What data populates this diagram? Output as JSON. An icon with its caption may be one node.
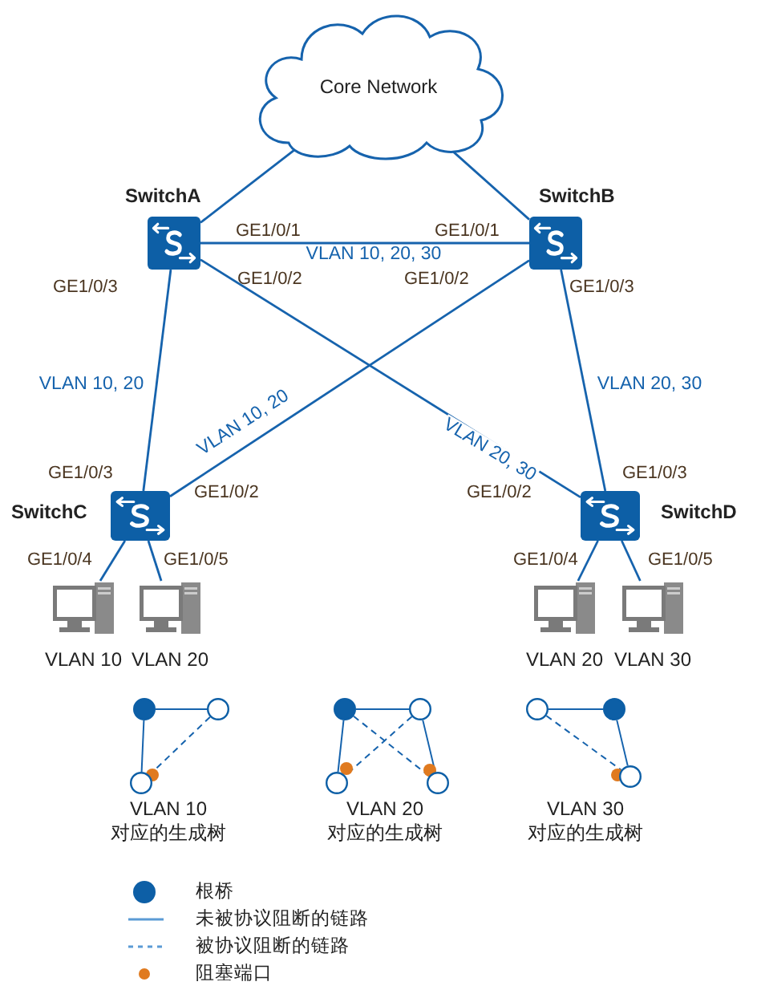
{
  "diagram": {
    "nodes": [
      {
        "text": [
          "Core Network"
        ]
      },
      {
        "text": [
          "SwitchA"
        ]
      },
      {
        "text": [
          "SwitchB"
        ]
      },
      {
        "text": [
          "SwitchC"
        ]
      },
      {
        "text": [
          "SwitchD"
        ]
      },
      {
        "text": [
          "VLAN 10"
        ]
      },
      {
        "text": [
          "VLAN 20"
        ]
      },
      {
        "text": [
          "VLAN 20"
        ]
      },
      {
        "text": [
          "VLAN 30"
        ]
      },
      {
        "text": [],
        "shape": "circle"
      },
      {
        "text": [],
        "shape": "circle"
      },
      {
        "text": [],
        "shape": "circle"
      },
      {
        "text": [],
        "shape": "circle"
      },
      {
        "text": [],
        "shape": "circle"
      },
      {
        "text": [],
        "shape": "circle"
      },
      {
        "text": [],
        "shape": "circle"
      },
      {
        "text": [],
        "shape": "circle"
      },
      {
        "text": [],
        "shape": "circle"
      },
      {
        "text": [],
        "shape": "circle"
      }
    ],
    "edges": [
      {
        "from": 0,
        "to": 1,
        "arrow": "none"
      },
      {
        "from": 0,
        "to": 2,
        "arrow": "none"
      },
      {
        "from": 1,
        "to": 2,
        "arrow": "none",
        "label": "VLAN 10, 20, 30"
      },
      {
        "from": 1,
        "to": 3,
        "arrow": "none",
        "label": "VLAN 10, 20"
      },
      {
        "from": 2,
        "to": 3,
        "arrow": "none",
        "label": "VLAN 10, 20"
      },
      {
        "from": 1,
        "to": 4,
        "arrow": "none",
        "label": "VLAN 20, 30"
      },
      {
        "from": 2,
        "to": 4,
        "arrow": "none",
        "label": "VLAN 20, 30"
      },
      {
        "from": 3,
        "to": 5,
        "arrow": "none"
      },
      {
        "from": 3,
        "to": 6,
        "arrow": "none"
      },
      {
        "from": 4,
        "to": 7,
        "arrow": "none"
      },
      {
        "from": 4,
        "to": 8,
        "arrow": "none"
      },
      {
        "from": 9,
        "to": 10,
        "arrow": "none"
      },
      {
        "from": 9,
        "to": 11,
        "arrow": "none"
      },
      {
        "from": 10,
        "to": 11,
        "arrow": "none",
        "style": "dashed"
      },
      {
        "from": 12,
        "to": 13,
        "arrow": "none"
      },
      {
        "from": 12,
        "to": 14,
        "arrow": "none"
      },
      {
        "from": 13,
        "to": 15,
        "arrow": "none"
      },
      {
        "from": 12,
        "to": 15,
        "arrow": "none",
        "style": "dashed"
      },
      {
        "from": 13,
        "to": 14,
        "arrow": "none",
        "style": "dashed"
      },
      {
        "from": 16,
        "to": 17,
        "arrow": "none"
      },
      {
        "from": 17,
        "to": 18,
        "arrow": "none"
      },
      {
        "from": 16,
        "to": 18,
        "arrow": "none",
        "style": "dashed"
      }
    ],
    "labels": [
      "GE1/0/1",
      "GE1/0/1",
      "GE1/0/3",
      "GE1/0/2",
      "GE1/0/2",
      "GE1/0/3",
      "GE1/0/3",
      "GE1/0/2",
      "GE1/0/2",
      "GE1/0/3",
      "GE1/0/4",
      "GE1/0/5",
      "GE1/0/4",
      "GE1/0/5",
      "VLAN 10 对应的生成树",
      "VLAN 20 对应的生成树",
      "VLAN 30 对应的生成树"
    ],
    "legend": [
      {
        "text": "根桥"
      },
      {
        "text": "未被协议阻断的链路"
      },
      {
        "text": "被协议阻断的链路"
      },
      {
        "text": "阻塞端口"
      }
    ]
  }
}
